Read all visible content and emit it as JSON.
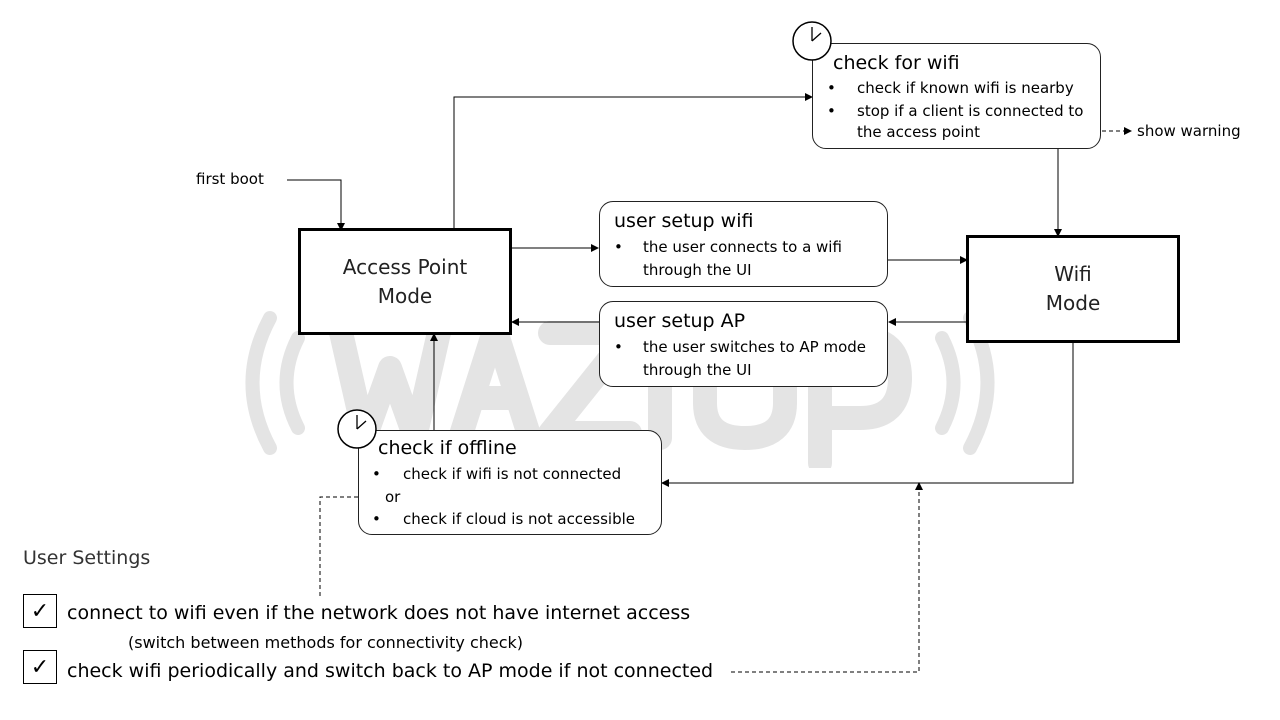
{
  "watermark": {
    "brand": "WAZIUP"
  },
  "states": {
    "access_point": {
      "line1": "Access Point",
      "line2": "Mode"
    },
    "wifi": {
      "line1": "Wifi",
      "line2": "Mode"
    }
  },
  "checks": {
    "check_wifi": {
      "title": "check for wifi",
      "b1": "check if known wifi is nearby",
      "b2_l1": "stop if a client is connected to",
      "b2_l2": "the access point",
      "icon": "clock-icon"
    },
    "check_offline": {
      "title": "check if offline",
      "b1": "check if wifi is not connected",
      "or": "or",
      "b2": "check if cloud is not accessible",
      "icon": "clock-icon"
    }
  },
  "actions": {
    "setup_wifi": {
      "title": "user setup wifi",
      "l1": "the user connects to a wifi",
      "l2": "through the UI"
    },
    "setup_ap": {
      "title": "user setup AP",
      "l1": "the user switches to AP mode",
      "l2": "through the UI"
    }
  },
  "labels": {
    "first_boot": "first boot",
    "show_warning": "show warning"
  },
  "bullet_char": "•",
  "settings": {
    "heading": "User Settings",
    "check_mark": "✓",
    "opt1": "connect to wifi even if the network does not have internet access",
    "opt1_note": "(switch between methods for connectivity check)",
    "opt2": "check wifi periodically and switch back to AP mode if not connected"
  },
  "colors": {
    "watermark": "#e6e6e6",
    "line": "#000000",
    "text": "#000000"
  }
}
